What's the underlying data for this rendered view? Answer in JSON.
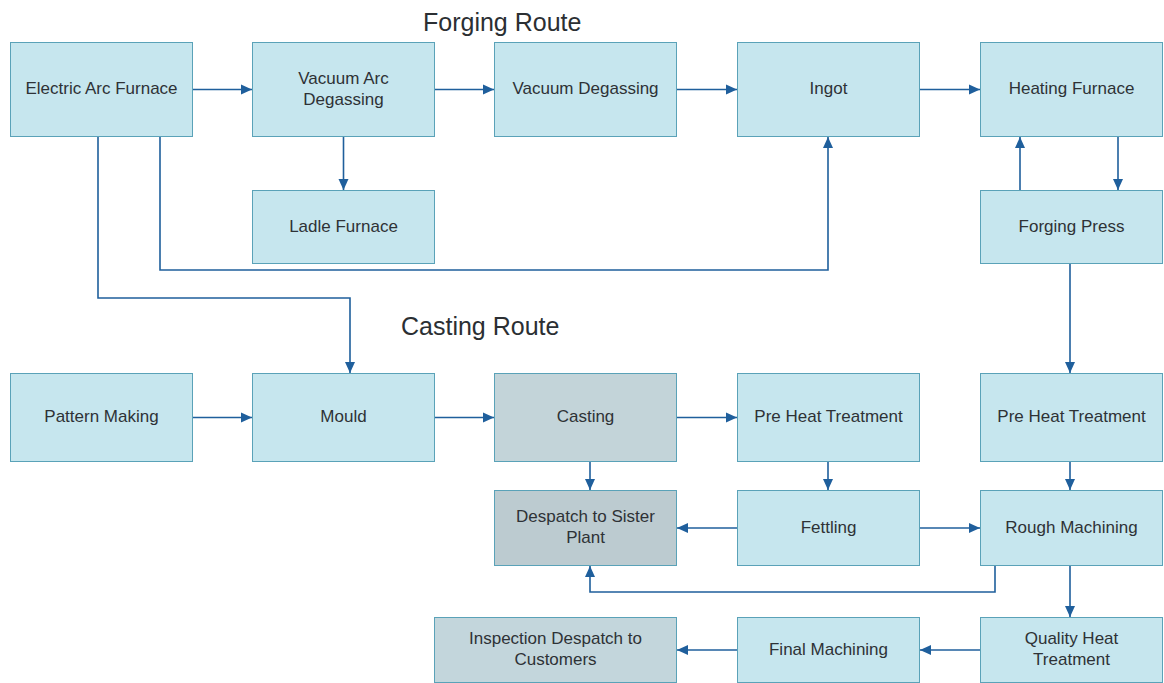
{
  "diagram": {
    "nodes": [
      {
        "text": [
          "Electric Arc Furnace"
        ]
      },
      {
        "text": [
          "Vacuum Arc Degassing"
        ]
      },
      {
        "text": [
          "Vacuum Degassing"
        ]
      },
      {
        "text": [
          "Ingot"
        ]
      },
      {
        "text": [
          "Heating Furnace"
        ]
      },
      {
        "text": [
          "Ladle Furnace"
        ]
      },
      {
        "text": [
          "Forging Press"
        ]
      },
      {
        "text": [
          "Pattern Making"
        ]
      },
      {
        "text": [
          "Mould"
        ]
      },
      {
        "text": [
          "Casting"
        ]
      },
      {
        "text": [
          "Pre Heat Treatment"
        ]
      },
      {
        "text": [
          "Pre Heat Treatment"
        ]
      },
      {
        "text": [
          "Despatch to Sister Plant"
        ]
      },
      {
        "text": [
          "Fettling"
        ]
      },
      {
        "text": [
          "Rough Machining"
        ]
      },
      {
        "text": [
          "Inspection Despatch to Customers"
        ]
      },
      {
        "text": [
          "Final Machining"
        ]
      },
      {
        "text": [
          "Quality Heat Treatment"
        ]
      }
    ],
    "edges": [
      {
        "from": 0,
        "to": 1,
        "arrow": "to"
      },
      {
        "from": 1,
        "to": 2,
        "arrow": "to"
      },
      {
        "from": 2,
        "to": 3,
        "arrow": "to"
      },
      {
        "from": 3,
        "to": 4,
        "arrow": "to"
      },
      {
        "from": 1,
        "to": 5,
        "arrow": "to"
      },
      {
        "from": 0,
        "to": 3,
        "arrow": "to"
      },
      {
        "from": 0,
        "to": 8,
        "arrow": "to"
      },
      {
        "from": 4,
        "to": 6,
        "arrow": "to"
      },
      {
        "from": 6,
        "to": 4,
        "arrow": "to"
      },
      {
        "from": 6,
        "to": 11,
        "arrow": "to"
      },
      {
        "from": 7,
        "to": 8,
        "arrow": "to"
      },
      {
        "from": 8,
        "to": 9,
        "arrow": "to"
      },
      {
        "from": 9,
        "to": 10,
        "arrow": "to"
      },
      {
        "from": 9,
        "to": 12,
        "arrow": "to"
      },
      {
        "from": 10,
        "to": 13,
        "arrow": "to"
      },
      {
        "from": 13,
        "to": 12,
        "arrow": "to"
      },
      {
        "from": 13,
        "to": 14,
        "arrow": "to"
      },
      {
        "from": 11,
        "to": 14,
        "arrow": "to"
      },
      {
        "from": 14,
        "to": 12,
        "arrow": "to"
      },
      {
        "from": 14,
        "to": 17,
        "arrow": "to"
      },
      {
        "from": 17,
        "to": 16,
        "arrow": "to"
      },
      {
        "from": 16,
        "to": 15,
        "arrow": "to"
      }
    ],
    "labels": [
      "Forging Route",
      "Casting Route"
    ]
  }
}
